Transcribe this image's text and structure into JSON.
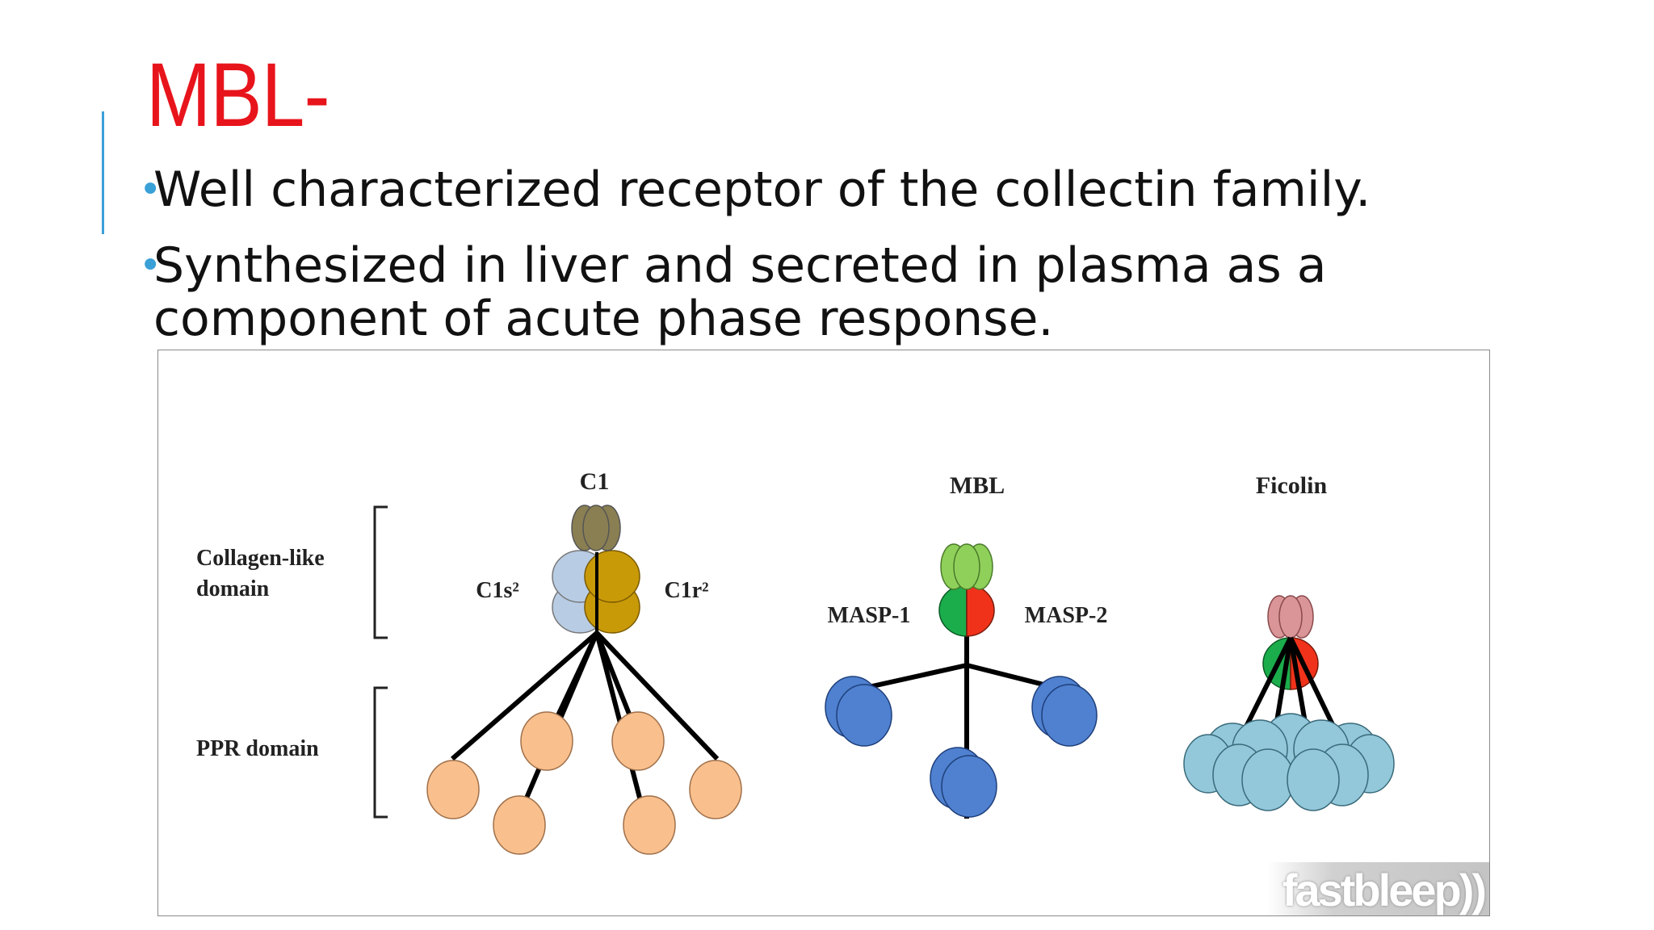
{
  "slide": {
    "title": "MBL-",
    "bullets": [
      "Well characterized receptor of the collectin family.",
      "Synthesized in liver and secreted in plasma as a component of acute phase response."
    ],
    "bullet_glyph": "•",
    "accent_color": "#3aa0d8",
    "title_color": "#e8141c"
  },
  "figure": {
    "domain_labels": {
      "collagen_line1": "Collagen-like",
      "collagen_line2": "domain",
      "ppr": "PPR domain"
    },
    "c1": {
      "title": "C1",
      "left_label": "C1s²",
      "right_label": "C1r²"
    },
    "mbl": {
      "title": "MBL",
      "left_label": "MASP-1",
      "right_label": "MASP-2"
    },
    "ficolin": {
      "title": "Ficolin"
    },
    "colors": {
      "c1_head": "#8a7f52",
      "c1s": "#b8cce4",
      "c1r": "#c99a08",
      "c1_heads": "#f9c08e",
      "mbl_head": "#8fd05a",
      "masp1": "#1bad4c",
      "masp2": "#f0321a",
      "mbl_heads": "#4f81d0",
      "ficolin_head": "#d99597",
      "ficolin_heads": "#92c8da"
    },
    "watermark": "fastbleep))"
  }
}
